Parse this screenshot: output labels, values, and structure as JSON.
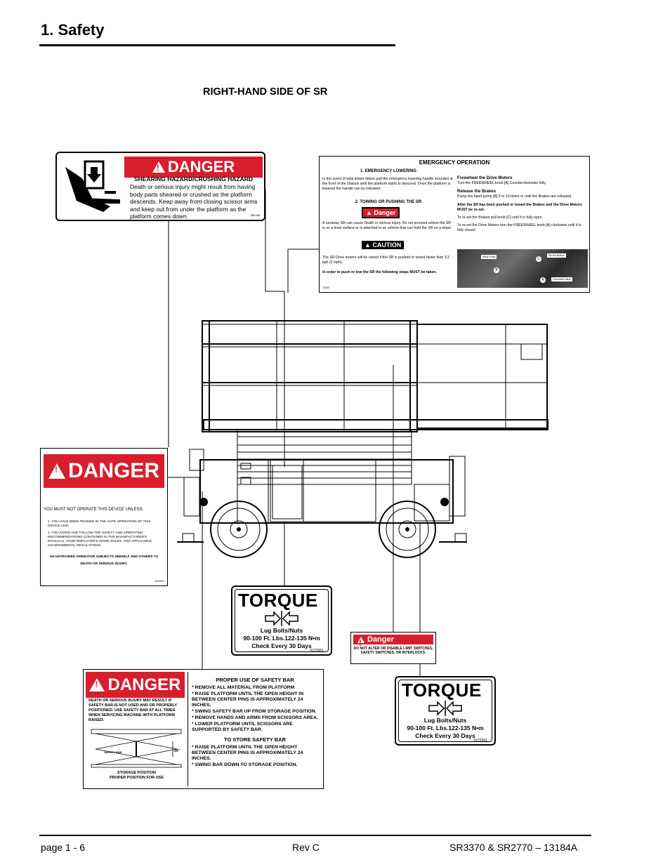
{
  "header": {
    "title": "1. Safety"
  },
  "section_heading": "RIGHT-HAND SIDE OF SR",
  "decals": {
    "shearing": {
      "banner": "DANGER",
      "subtitle": "SHEARING HAZARD/CRUSHING HAZARD",
      "body": "Death or serious injury might result from having body parts sheared or crushed as the platform descends. Keep away from closing scissor arms and keep out from under the platform as the platform comes down.",
      "code": "360788"
    },
    "emergency": {
      "title": "EMERGENCY OPERATION",
      "lowering_heading": "1. EMERGENCY LOWERING",
      "lowering_text": "In the event of total power failure pull the emergency lowering handle mounted at the front of the chassis until the platform starts to descend. Once the platform is lowered the handle can be released.",
      "towing_heading": "2. TOWING OR PUSHING THE SR",
      "danger_label": "Danger",
      "danger_text": "A runaway SR can cause Death or serious injury. Do not proceed unless the SR is on a level surface or is attached to an vehicle that can hold the SR on a slope.",
      "caution_label": "CAUTION",
      "caution_text": "The SR Drive motors will be ruined if the SR is pushed or towed faster than 3.2 kph (2 mph).",
      "steps_note": "In order to push or tow the SR the following steps MUST be taken.",
      "code": "13183",
      "freewheel_heading": "Freewheel the Drive Motors",
      "freewheel_text": "Turn the FREEWHEEL knob [A] Counterclockwise fully.",
      "brakes_heading": "Release the Brakes",
      "brakes_text": "Pump the hand pump [B] 5 to 10 times or until the Brakes are released.",
      "reset_bold": "After the SR has been pushed or towed the Brakes and the Drive Motors MUST be re-set.",
      "reset_brakes": "To re-set the Brakes pull knob [C] until it is fully open.",
      "reset_motors": "To re-set the Drive Motors turn the FREEWHEEL knob [A] clockwise until it is fully closed.",
      "photo_labels": {
        "hand_pump": "Hand Pump",
        "reset_brakes": "Re-Set Brakes",
        "freewheel": "Freewheel Valve",
        "a": "A",
        "b": "B",
        "c": "C"
      }
    },
    "operate_danger": {
      "banner": "DANGER",
      "heading": "YOU MUST NOT OPERATE THIS DEVICE UNLESS:",
      "item1": "1.  YOU HAVE BEEN TRAINED IN THE SAFE OPERATION OF THIS DEVICE AND",
      "item2": "2.  YOU KNOW AND FOLLOW THE SAFETY AND OPERATING RECOMMENDATIONS CONTAINED IN THE MANUFACTURER'S MANUALS, YOUR EMPLOYER'S WORK RULES, AND APPLICABLE GOVERNMENTAL REGULATIONS.",
      "footer1": "AN UNTRAINED OPERATOR SUBJECTS HIMSELF AND OTHERS TO",
      "footer2": "DEATH OR SERIOUS INJURY.",
      "code": "0323997"
    },
    "torque": {
      "title": "TORQUE",
      "line1": "Lug Bolts/Nuts",
      "line2": "90-100 Ft. Lbs.122-135 N•m",
      "line3": "Check Every 30 Days",
      "code": "0372061"
    },
    "interlock_danger": {
      "banner": "Danger",
      "body": "DO NOT ALTER OR DISABLE LIMIT SWITCHES, SAFETY SWITCHES, OR INTERLOCKS."
    },
    "safety_bar": {
      "banner": "DANGER",
      "left_text": "DEATH OR SERIOUS INJURY MAY RESULT IF SAFETY BAR IS NOT USED AND OR PROPERLY POSITIONED. USE SAFETY BAR AT ALL TIMES WHEN SERVICING MACHINE WITH PLATFORM RAISED.",
      "safety_bar_label": "SAFETY BAR",
      "height_label": "24\"",
      "storage_caption": "STORAGE POSITION",
      "proper_caption": "PROPER POSITION FOR USE",
      "proper_heading": "PROPER USE OF SAFETY BAR",
      "use_steps": [
        "* REMOVE ALL MATERIAL FROM PLATFORM",
        "* RAISE PLATFORM UNTIL THE OPEN HEIGHT IN BETWEEN CENTER PINS IS APPROXIMATELY 24 INCHES.",
        "* SWING SAFETY BAR UP FROM STORAGE POSITION.",
        "* REMOVE HANDS AND ARMS FROM SCISSORS AREA.",
        "* LOWER PLATFORM UNTIL SCISSORS ARE SUPPORTED BY SAFETY BAR."
      ],
      "store_heading": "TO STORE SAFETY BAR",
      "store_steps": [
        "* RAISE PLATFORM UNTIL THE OPEN HEIGHT BETWEEN CENTER PINS IS APPROXIMATELY 24 INCHES.",
        "* SWING BAR DOWN TO STORAGE POSITION."
      ]
    }
  },
  "footer": {
    "page": "page  1 - 6",
    "rev": "Rev C",
    "doc": "SR3370 & SR2770 – 13184A"
  },
  "colors": {
    "danger_red": "#d81e2c",
    "ink": "#000000",
    "paper": "#ffffff"
  }
}
